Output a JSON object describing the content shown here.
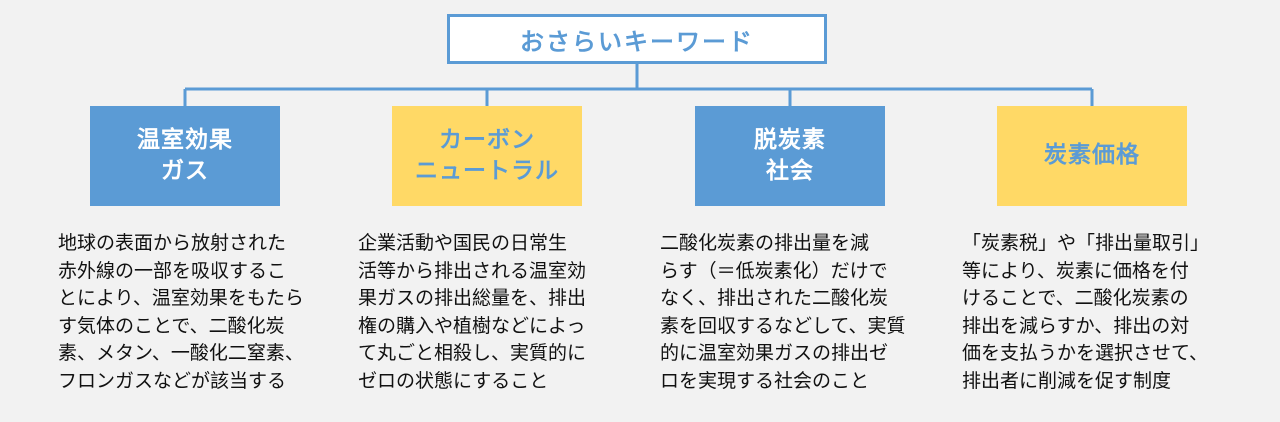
{
  "title": "おさらいキーワード",
  "colors": {
    "blue": "#5b9bd5",
    "yellow": "#ffd966",
    "background": "#f2f2f2"
  },
  "keywords": [
    {
      "label": "温室効果\nガス",
      "style": "blue",
      "description": "地球の表面から放射された\n赤外線の一部を吸収するこ\nとにより、温室効果をもたら\nす気体のことで、二酸化炭\n素、メタン、一酸化二窒素、\nフロンガスなどが該当する"
    },
    {
      "label": "カーボン\nニュートラル",
      "style": "yellow",
      "description": "企業活動や国民の日常生\n活等から排出される温室効\n果ガスの排出総量を、排出\n権の購入や植樹などによっ\nて丸ごと相殺し、実質的に\nゼロの状態にすること"
    },
    {
      "label": "脱炭素\n社会",
      "style": "blue",
      "description": "二酸化炭素の排出量を減\nらす（＝低炭素化）だけで\nなく、排出された二酸化炭\n素を回収するなどして、実質\n的に温室効果ガスの排出ゼ\nロを実現する社会のこと"
    },
    {
      "label": "炭素価格",
      "style": "yellow",
      "description": "「炭素税」や「排出量取引」\n等により、炭素に価格を付\nけることで、二酸化炭素の\n排出を減らすか、排出の対\n価を支払うかを選択させて、\n排出者に削減を促す制度"
    }
  ]
}
